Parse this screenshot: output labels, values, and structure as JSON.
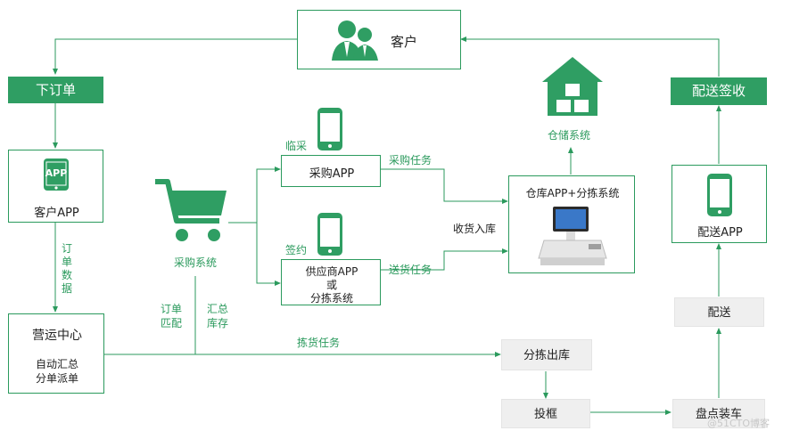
{
  "customer": {
    "label": "客户"
  },
  "order_band": {
    "label": "下订单"
  },
  "delivery_sign_band": {
    "label": "配送签收"
  },
  "client_app": {
    "badge": "APP",
    "label": "客户APP"
  },
  "order_data": {
    "chars": [
      "订",
      "单",
      "数",
      "据"
    ]
  },
  "ops_center": {
    "title": "营运中心",
    "line1": "自动汇总",
    "line2": "分单派单"
  },
  "purchase_system": {
    "label": "采购系统"
  },
  "order_match": {
    "line1": "订单",
    "line2": "匹配"
  },
  "summary_stock": {
    "line1": "汇总",
    "line2": "库存"
  },
  "temp_purchase": {
    "label": "临采"
  },
  "purchase_app": {
    "label": "采购APP"
  },
  "contract": {
    "label": "签约"
  },
  "supplier_app": {
    "line1": "供应商APP",
    "line2": "或",
    "line3": "分拣系统"
  },
  "purchase_task": {
    "label": "采购任务"
  },
  "delivery_task": {
    "label": "送货任务"
  },
  "receive_in": {
    "label": "收货入库"
  },
  "warehouse_system": {
    "label": "仓储系统"
  },
  "warehouse_app": {
    "label": "仓库APP+分拣系统"
  },
  "delivery_app": {
    "label": "配送APP"
  },
  "pick_task": {
    "label": "拣货任务"
  },
  "sort_out": {
    "label": "分拣出库"
  },
  "basket": {
    "label": "投框"
  },
  "load_truck": {
    "label": "盘点装车"
  },
  "delivery": {
    "label": "配送"
  },
  "watermark": {
    "label": "@51CTO博客"
  },
  "colors": {
    "brand_green": "#2f9e63",
    "line_green": "#2b9a5d",
    "gray_box": "#efefef"
  }
}
